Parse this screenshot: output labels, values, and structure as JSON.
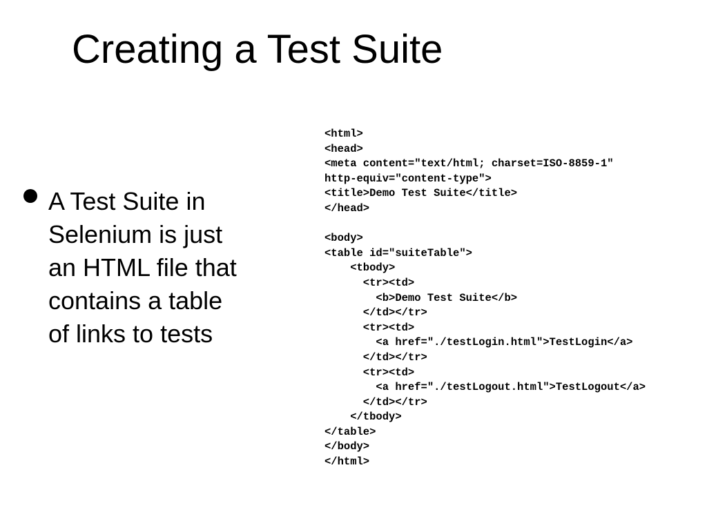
{
  "slide": {
    "title": "Creating a Test Suite",
    "bullet_lines": [
      "A Test Suite in",
      "Selenium is just",
      "an HTML file that",
      "contains a table",
      "of links to tests"
    ],
    "code_lines": [
      "<html>",
      "<head>",
      "<meta content=\"text/html; charset=ISO-8859-1\"",
      "http-equiv=\"content-type\">",
      "<title>Demo Test Suite</title>",
      "</head>",
      "",
      "<body>",
      "<table id=\"suiteTable\">",
      "    <tbody>",
      "      <tr><td>",
      "        <b>Demo Test Suite</b>",
      "      </td></tr>",
      "      <tr><td>",
      "        <a href=\"./testLogin.html\">TestLogin</a>",
      "      </td></tr>",
      "      <tr><td>",
      "        <a href=\"./testLogout.html\">TestLogout</a>",
      "      </td></tr>",
      "    </tbody>",
      "</table>",
      "</body>",
      "</html>"
    ]
  }
}
